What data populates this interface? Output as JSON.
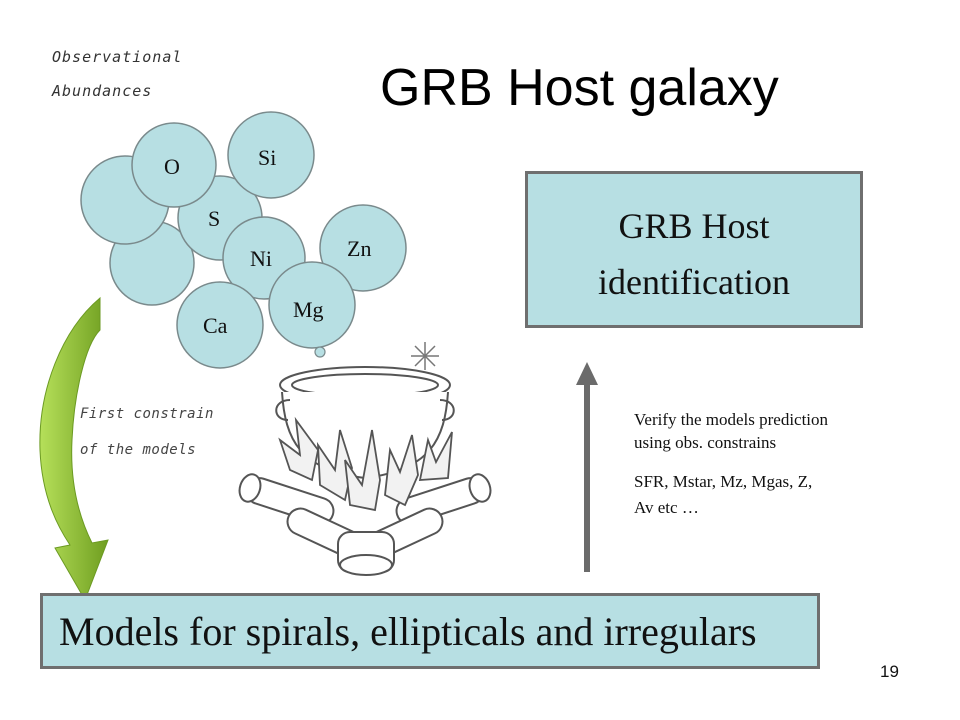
{
  "title": "GRB Host galaxy",
  "observational": {
    "line1": "Observational",
    "line2": "Abundances"
  },
  "elements": {
    "o": "O",
    "si": "Si",
    "s": "S",
    "ni": "Ni",
    "zn": "Zn",
    "ca": "Ca",
    "mg": "Mg"
  },
  "constrain": {
    "line1": "First constrain",
    "line2": "of the models"
  },
  "host_box": {
    "line1": "GRB Host",
    "line2": "identification"
  },
  "verify": {
    "line1": "Verify the models prediction",
    "line2": "using obs. constrains",
    "line3": "SFR, Mstar, Mz, Mgas, Z,",
    "line4": "Av etc …"
  },
  "models_box": "Models for spirals, ellipticals and irregulars",
  "page_number": "19",
  "colors": {
    "bubble": "#b7dfe3",
    "box": "#b7dfe3",
    "border": "#6f6f6f",
    "green_light": "#9bd13b",
    "green_dark": "#5f8f1a",
    "arrow": "#6b6b6b"
  }
}
